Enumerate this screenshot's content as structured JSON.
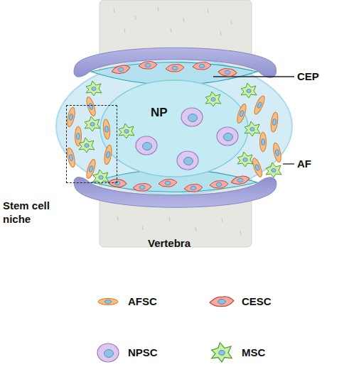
{
  "diagram": {
    "nodes": [
      {
        "text": [
          "NP"
        ]
      },
      {
        "text": [
          "Stem cell niche"
        ]
      }
    ],
    "labels": [
      "CEP",
      "AF",
      "Vertebra"
    ],
    "legend": [
      {
        "text": "AFSC"
      },
      {
        "text": "CESC"
      },
      {
        "text": "NPSC"
      },
      {
        "text": "MSC"
      }
    ]
  }
}
